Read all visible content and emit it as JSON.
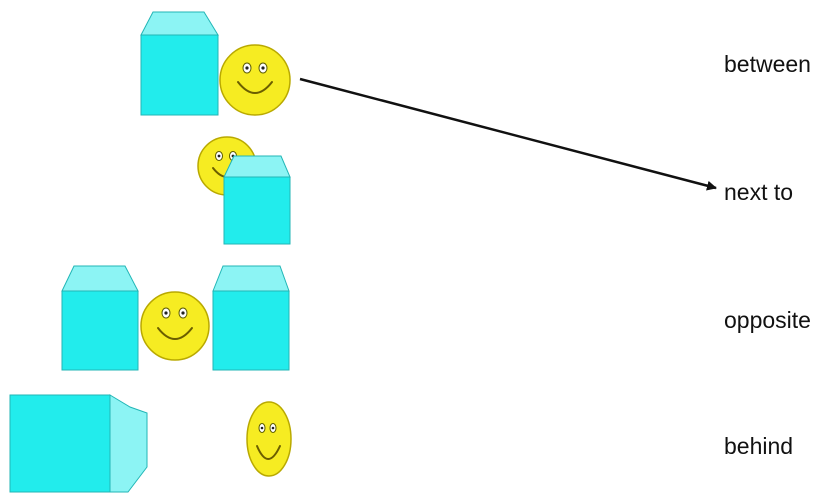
{
  "colors": {
    "box_front": "#22ecec",
    "box_top": "#8cf4f4",
    "box_stroke": "#22b6b6",
    "face_fill": "#f6ec22",
    "face_stroke": "#b9a900",
    "arrow": "#111111"
  },
  "labels": [
    "between",
    "next to",
    "opposite",
    "behind"
  ],
  "connector": {
    "from": "row1-smiley",
    "to": "label-next-to"
  }
}
